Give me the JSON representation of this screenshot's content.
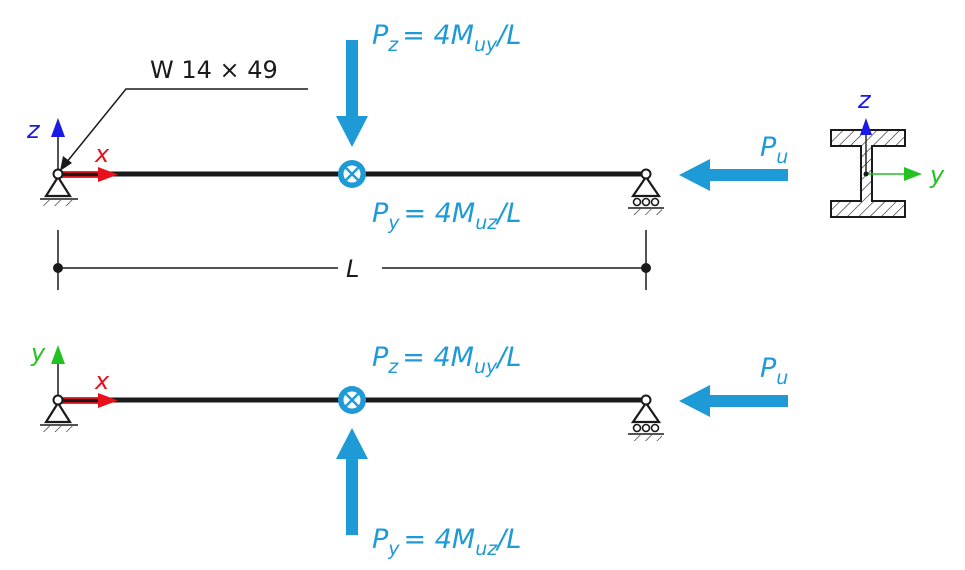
{
  "section_label": "W 14 × 49",
  "span_label": "L",
  "axes": {
    "x": "x",
    "y": "y",
    "z": "z"
  },
  "loads": {
    "pz": {
      "sym": "P",
      "sub": "z",
      "rhs": "= 4M",
      "rsub": "uy",
      "tail": "/L"
    },
    "py": {
      "sym": "P",
      "sub": "y",
      "rhs": "= 4M",
      "rsub": "uz",
      "tail": "/L"
    },
    "pu": {
      "sym": "P",
      "sub": "u"
    }
  },
  "colors": {
    "load": "#1e9ad6",
    "x_axis": "#e8101a",
    "y_axis": "#22c222",
    "z_axis": "#1a1ae6",
    "beam": "#1a1a1a"
  },
  "icons": [
    "pin-support-icon",
    "roller-support-icon",
    "load-point-icon",
    "i-beam-section-icon"
  ]
}
